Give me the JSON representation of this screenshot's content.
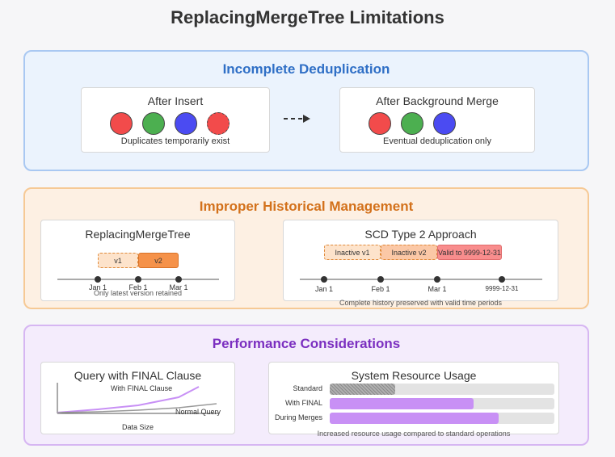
{
  "title": "ReplacingMergeTree Limitations",
  "dedup": {
    "title": "Incomplete Deduplication",
    "after_insert": {
      "title": "After Insert",
      "caption": "Duplicates temporarily exist",
      "circles": [
        "#f24b4b",
        "#4caf50",
        "#4b4bf2",
        "#f24b4b"
      ]
    },
    "after_merge": {
      "title": "After Background Merge",
      "caption": "Eventual deduplication only",
      "circles": [
        "#f24b4b",
        "#4caf50",
        "#4b4bf2"
      ]
    }
  },
  "history": {
    "title": "Improper Historical Management",
    "rmt": {
      "title": "ReplacingMergeTree",
      "v1": "v1",
      "v2": "v2",
      "ticks": [
        "Jan 1",
        "Feb 1",
        "Mar 1"
      ],
      "caption": "Only latest version retained"
    },
    "scd": {
      "title": "SCD Type 2 Approach",
      "inactive1": "Inactive v1",
      "inactive2": "Inactive v2",
      "valid": "Valid to 9999-12-31",
      "ticks": [
        "Jan 1",
        "Feb 1",
        "Mar 1",
        "9999-12-31"
      ],
      "caption": "Complete history preserved with valid time periods"
    }
  },
  "performance": {
    "title": "Performance Considerations",
    "query": {
      "title": "Query with FINAL Clause",
      "final_label": "With FINAL Clause",
      "normal_label": "Normal Query",
      "x_label": "Data Size"
    },
    "resources": {
      "title": "System Resource Usage",
      "bars": [
        {
          "label": "Standard",
          "value": 0.29,
          "color": "#9e9e9e"
        },
        {
          "label": "With FINAL",
          "value": 0.64,
          "color": "#c890f5"
        },
        {
          "label": "During Merges",
          "value": 0.75,
          "color": "#c890f5"
        }
      ],
      "caption": "Increased resource usage compared to standard operations"
    }
  }
}
